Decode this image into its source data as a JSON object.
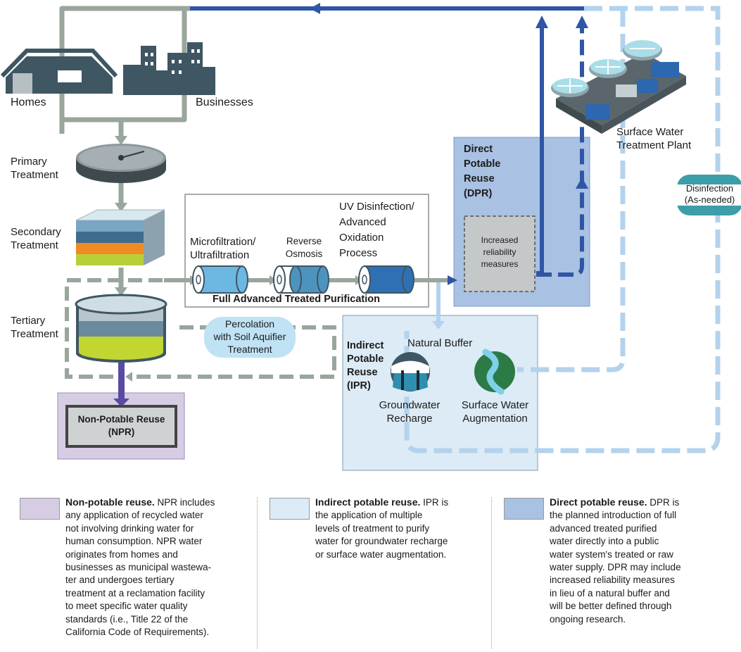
{
  "labels": {
    "homes": "Homes",
    "businesses": "Businesses",
    "primary": [
      "Primary",
      "Treatment"
    ],
    "secondary": [
      "Secondary",
      "Treatment"
    ],
    "tertiary": [
      "Tertiary",
      "Treatment"
    ],
    "microfiltration": [
      "Microfiltration/",
      "Ultrafiltration"
    ],
    "reverse_osmosis": [
      "Reverse",
      "Osmosis"
    ],
    "uv": [
      "UV Disinfection/",
      "Advanced",
      "Oxidation",
      "Process"
    ],
    "full_advanced": "Full Advanced Treated Purification",
    "dpr_box": [
      "Direct",
      "Potable",
      "Reuse",
      "(DPR)"
    ],
    "increased_reliability": [
      "Increased",
      "reliability",
      "measures"
    ],
    "surface_plant": [
      "Surface Water",
      "Treatment Plant"
    ],
    "disinfection": [
      "Disinfection",
      "(As-needed)"
    ],
    "percolation": [
      "Percolation",
      "with Soil Aquifier",
      "Treatment"
    ],
    "ipr_box": [
      "Indirect",
      "Potable",
      "Reuse",
      "(IPR)"
    ],
    "natural_buffer": "Natural Buffer",
    "groundwater": [
      "Groundwater",
      "Recharge"
    ],
    "surface_aug": [
      "Surface Water",
      "Augmentation"
    ],
    "npr_box": [
      "Non-Potable Reuse",
      "(NPR)"
    ]
  },
  "legend": [
    {
      "title": "Non-potable reuse.",
      "lines": [
        " NPR includes",
        "any application of recycled water",
        "not involving drinking water for",
        "human consumption. NPR water",
        "originates from homes and",
        "businesses as municipal wastewa-",
        "ter and undergoes tertiary",
        "treatment at a reclamation facility",
        "to meet specific water quality",
        "standards (i.e., Title 22 of the",
        "California Code of Requirements)."
      ],
      "color": "#d6cde4"
    },
    {
      "title": "Indirect potable reuse.",
      "lines": [
        " IPR is",
        "the application of multiple",
        "levels of treatment to purify",
        "water for groundwater recharge",
        "or surface water augmentation."
      ],
      "color": "#dcebf5"
    },
    {
      "title": "Direct potable reuse.",
      "lines": [
        " DPR is",
        "the planned introduction of full",
        "advanced treated purified",
        "water directly into a public",
        "water system's treated or raw",
        "water supply. DPR may include",
        "increased reliability measures",
        "in lieu of a natural buffer and",
        "will be better defined through",
        "ongoing research."
      ],
      "color": "#a9c1e2"
    }
  ],
  "colors": {
    "gray_pipe": "#98a69c",
    "dark_blue": "#2f55a5",
    "light_blue": "#b3d2ed",
    "dpr_fill": "#a9c1e2",
    "ipr_fill": "#dcebf5",
    "npr_fill": "#d6cde4",
    "npr_pipe": "#5b4aa3"
  }
}
